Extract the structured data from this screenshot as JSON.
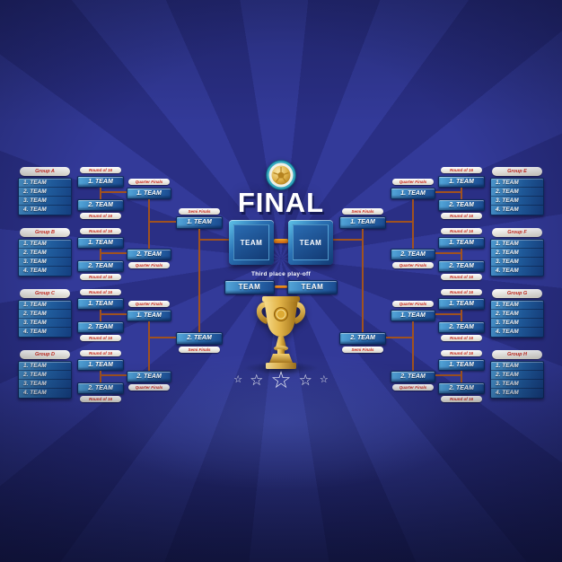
{
  "title": "FINAL",
  "labels": {
    "round_of_16": "Round of 16",
    "quarter_finals": "Quarter Finals",
    "semi_finals": "Semi Finals",
    "third_place": "Third place play-off"
  },
  "groups": {
    "left": [
      {
        "name": "Group A",
        "teams": [
          "1. TEAM",
          "2. TEAM",
          "3. TEAM",
          "4. TEAM"
        ]
      },
      {
        "name": "Group B",
        "teams": [
          "1. TEAM",
          "2. TEAM",
          "3. TEAM",
          "4. TEAM"
        ]
      },
      {
        "name": "Group C",
        "teams": [
          "1. TEAM",
          "2. TEAM",
          "3. TEAM",
          "4. TEAM"
        ]
      },
      {
        "name": "Group D",
        "teams": [
          "1. TEAM",
          "2. TEAM",
          "3. TEAM",
          "4. TEAM"
        ]
      }
    ],
    "right": [
      {
        "name": "Group E",
        "teams": [
          "1. TEAM",
          "2. TEAM",
          "3. TEAM",
          "4. TEAM"
        ]
      },
      {
        "name": "Group F",
        "teams": [
          "1. TEAM",
          "2. TEAM",
          "3. TEAM",
          "4. TEAM"
        ]
      },
      {
        "name": "Group G",
        "teams": [
          "1. TEAM",
          "2. TEAM",
          "3. TEAM",
          "4. TEAM"
        ]
      },
      {
        "name": "Group H",
        "teams": [
          "1. TEAM",
          "2. TEAM",
          "3. TEAM",
          "4. TEAM"
        ]
      }
    ]
  },
  "round_of_16": {
    "left": [
      {
        "team1": "1. TEAM",
        "team2": "2. TEAM"
      },
      {
        "team1": "1. TEAM",
        "team2": "2. TEAM"
      },
      {
        "team1": "1. TEAM",
        "team2": "2. TEAM"
      },
      {
        "team1": "1. TEAM",
        "team2": "2. TEAM"
      }
    ],
    "right": [
      {
        "team1": "1. TEAM",
        "team2": "2. TEAM"
      },
      {
        "team1": "1. TEAM",
        "team2": "2. TEAM"
      },
      {
        "team1": "1. TEAM",
        "team2": "2. TEAM"
      },
      {
        "team1": "1. TEAM",
        "team2": "2. TEAM"
      }
    ]
  },
  "quarter_finals": {
    "left": [
      {
        "team1": "1. TEAM",
        "team2": "2. TEAM"
      },
      {
        "team1": "1. TEAM",
        "team2": "2. TEAM"
      }
    ],
    "right": [
      {
        "team1": "1. TEAM",
        "team2": "2. TEAM"
      },
      {
        "team1": "1. TEAM",
        "team2": "2. TEAM"
      }
    ]
  },
  "semi_finals": {
    "left": {
      "team1": "1. TEAM",
      "team2": "2. TEAM"
    },
    "right": {
      "team1": "1. TEAM",
      "team2": "2. TEAM"
    }
  },
  "final": {
    "team_left": "TEAM",
    "team_right": "TEAM"
  },
  "third_place": {
    "team_left": "TEAM",
    "team_right": "TEAM"
  },
  "decor": {
    "star_glyph": "☆",
    "star_count": 5
  },
  "icons": {
    "ball": "soccer-ball-icon",
    "trophy": "trophy-icon",
    "star": "star-icon"
  },
  "colors": {
    "background": "#262b7a",
    "ray_light": "#333a99",
    "panel_blue_light": "#55a8da",
    "panel_blue_dark": "#143f80",
    "connector": "#a0521f",
    "accent_orange": "#f5a623",
    "pill_text": "#c8291c",
    "gold": "#e0b44a",
    "text": "#ffffff"
  }
}
